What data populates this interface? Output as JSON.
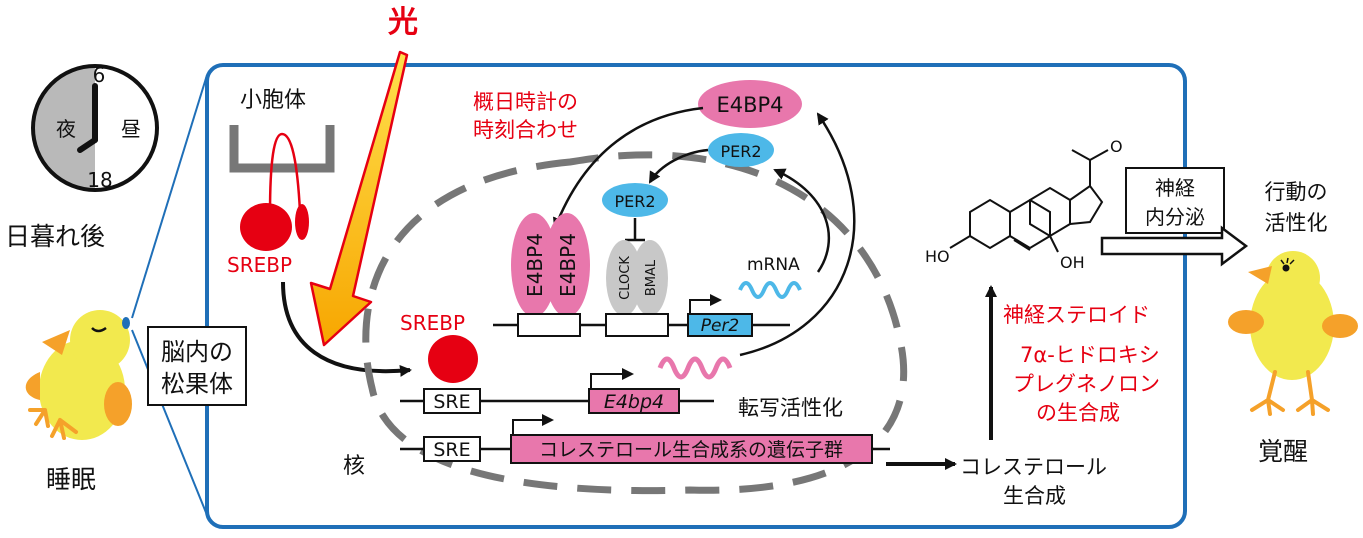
{
  "light": "光",
  "clock": {
    "top": "6",
    "bottom": "18",
    "night": "夜",
    "day": "昼",
    "caption": "日暮れ後"
  },
  "sleep_label": "睡眠",
  "pineal_label": [
    "脳内の",
    "松果体"
  ],
  "vesicle_label": "小胞体",
  "srebp": "SREBP",
  "nucleus_label": "核",
  "clock_reset": [
    "概日時計の",
    "時刻合わせ"
  ],
  "e4bp4": "E4BP4",
  "per2": "PER2",
  "clock_protein": "CLOCK",
  "bmal_protein": "BMAL",
  "mrna": "mRNA",
  "per2_gene": "Per2",
  "e4bp4_gene": "E4bp4",
  "sre": "SRE",
  "chol_genes": "コレステロール生合成系の遺伝子群",
  "transcription": "転写活性化",
  "chol_synth": [
    "コレステロール",
    "生合成"
  ],
  "neurosteroid": [
    "神経ステロイド",
    "7α-ヒドロキシ",
    "プレグネノロン",
    "の生合成"
  ],
  "steroid_ho_left": "HO",
  "steroid_oh_right": "OH",
  "steroid_o": "O",
  "neuroendocrine": [
    "神経",
    "内分泌"
  ],
  "behavior": [
    "行動の",
    "活性化"
  ],
  "wake_label": "覚醒",
  "colors": {
    "red": "#e60012",
    "pink": "#e877ac",
    "blue": "#4db8e8",
    "frame": "#1f6fb8",
    "gray": "#c8c8c8",
    "chick": "#f2e94e",
    "orange": "#f5a12a"
  }
}
